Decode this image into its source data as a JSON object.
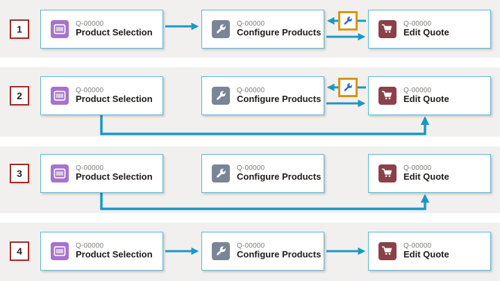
{
  "diagram": {
    "labels": {
      "quote_badge": "Q-00000",
      "product_selection": "Product Selection",
      "configure_products": "Configure Products",
      "edit_quote": "Edit Quote"
    },
    "rows": [
      {
        "number": "1",
        "connections": [
          {
            "from": "product_selection",
            "to": "configure_products",
            "path": "direct"
          },
          {
            "from": "edit_quote",
            "to": "configure_products",
            "path": "direct",
            "badge": "wrench"
          },
          {
            "from": "configure_products",
            "to": "edit_quote",
            "path": "direct"
          }
        ]
      },
      {
        "number": "2",
        "connections": [
          {
            "from": "edit_quote",
            "to": "configure_products",
            "path": "direct",
            "badge": "wrench"
          },
          {
            "from": "configure_products",
            "to": "edit_quote",
            "path": "direct"
          },
          {
            "from": "product_selection",
            "to": "edit_quote",
            "path": "around-bottom"
          }
        ]
      },
      {
        "number": "3",
        "connections": [
          {
            "from": "product_selection",
            "to": "edit_quote",
            "path": "around-bottom"
          }
        ]
      },
      {
        "number": "4",
        "connections": [
          {
            "from": "product_selection",
            "to": "configure_products",
            "path": "direct"
          },
          {
            "from": "configure_products",
            "to": "edit_quote",
            "path": "direct"
          }
        ]
      }
    ],
    "icons": {
      "product_selection": "barcode-icon",
      "configure_products": "wrench-icon",
      "edit_quote": "cart-icon",
      "badge": "wrench-icon"
    },
    "colors": {
      "arrow": "#1898c6",
      "card_border": "#5ab6d5",
      "row_number_border": "#9e2b25",
      "product_icon_bg": "#a573cf",
      "configure_icon_bg": "#7a8596",
      "edit_icon_bg": "#8a424a",
      "wrench_badge_border": "#d7950c",
      "wrench_badge_glyph": "#2e6fd0"
    }
  }
}
